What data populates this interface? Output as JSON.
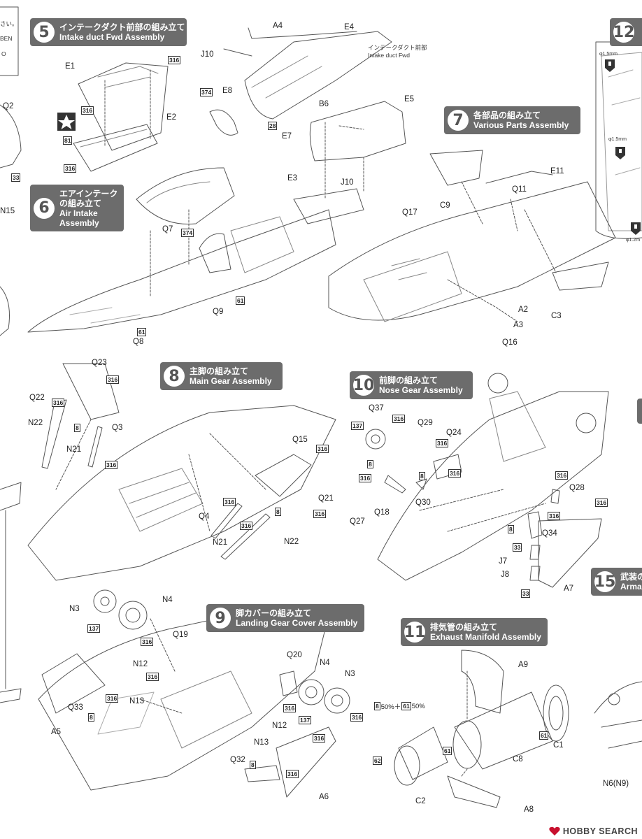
{
  "steps": {
    "s5": {
      "num": "5",
      "jp": "インテークダクト前部の組み立て",
      "en": "Intake duct Fwd Assembly"
    },
    "s6": {
      "num": "6",
      "jp1": "エアインテーク",
      "jp2": "の組み立て",
      "en1": "Air Intake",
      "en2": "Assembly"
    },
    "s7": {
      "num": "7",
      "jp": "各部品の組み立て",
      "en": "Various Parts Assembly"
    },
    "s8": {
      "num": "8",
      "jp": "主脚の組み立て",
      "en": "Main Gear Assembly"
    },
    "s9": {
      "num": "9",
      "jp": "脚カバーの組み立て",
      "en": "Landing Gear Cover Assembly"
    },
    "s10": {
      "num": "10",
      "jp": "前脚の組み立て",
      "en": "Nose Gear Assembly"
    },
    "s11": {
      "num": "11",
      "jp": "排気管の組み立て",
      "en": "Exhaust Manifold Assembly"
    },
    "s12": {
      "num": "12"
    },
    "s15": {
      "num": "15",
      "jp": "武装の",
      "en": "Arma"
    }
  },
  "edge_left": {
    "frag1": "さい。",
    "frag2": "BEN",
    "frag3": "O"
  },
  "intake_note": {
    "jp": "インテークダクト前部",
    "en": "Intake duct Fwd"
  },
  "exhaust_mix": {
    "a": "8",
    "a_pct": "50%＋",
    "b": "61",
    "b_pct": "50%"
  },
  "drill": {
    "d1": "φ1.5mm",
    "d2": "φ1.5mm",
    "d3": "φ1.2m"
  },
  "parts": {
    "A4": "A4",
    "E4": "E4",
    "J10a": "J10",
    "E8": "E8",
    "E1": "E1",
    "E2": "E2",
    "E5": "E5",
    "B6": "B6",
    "E7": "E7",
    "E3": "E3",
    "J10b": "J10",
    "Q2": "Q2",
    "N15": "N15",
    "Q7": "Q7",
    "Q9": "Q9",
    "Q8": "Q8",
    "C9": "C9",
    "E11": "E11",
    "Q11": "Q11",
    "Q17": "Q17",
    "A2": "A2",
    "A3": "A3",
    "C3": "C3",
    "Q16": "Q16",
    "Q23": "Q23",
    "Q22": "Q22",
    "N22a": "N22",
    "N21a": "N21",
    "Q3": "Q3",
    "Q15": "Q15",
    "Q21": "Q21",
    "Q4": "Q4",
    "N21b": "N21",
    "N22b": "N22",
    "Q37": "Q37",
    "Q29": "Q29",
    "Q24": "Q24",
    "Q30": "Q30",
    "Q27": "Q27",
    "Q18": "Q18",
    "Q28": "Q28",
    "Q34": "Q34",
    "J7": "J7",
    "J8": "J8",
    "A7": "A7",
    "N3a": "N3",
    "N4a": "N4",
    "Q19": "Q19",
    "N12a": "N12",
    "N13a": "N13",
    "Q33": "Q33",
    "A5": "A5",
    "Q20": "Q20",
    "N4b": "N4",
    "N3b": "N3",
    "N12b": "N12",
    "N13b": "N13",
    "Q32": "Q32",
    "A6": "A6",
    "A9": "A9",
    "C1": "C1",
    "C8": "C8",
    "C2": "C2",
    "A8": "A8",
    "N6N9": "N6(N9)"
  },
  "color_codes": {
    "c316": "316",
    "c374": "374",
    "c28": "28",
    "c81": "81",
    "c61": "61",
    "c8": "8",
    "c137": "137",
    "c33": "33",
    "c62": "62"
  },
  "colors": {
    "header_bg": "#6c6c6c",
    "line": "#555555",
    "logo_red": "#c8102e"
  },
  "watermark": {
    "text": "HOBBY SEARCH",
    "icon": "hobby-search-logo-icon"
  }
}
